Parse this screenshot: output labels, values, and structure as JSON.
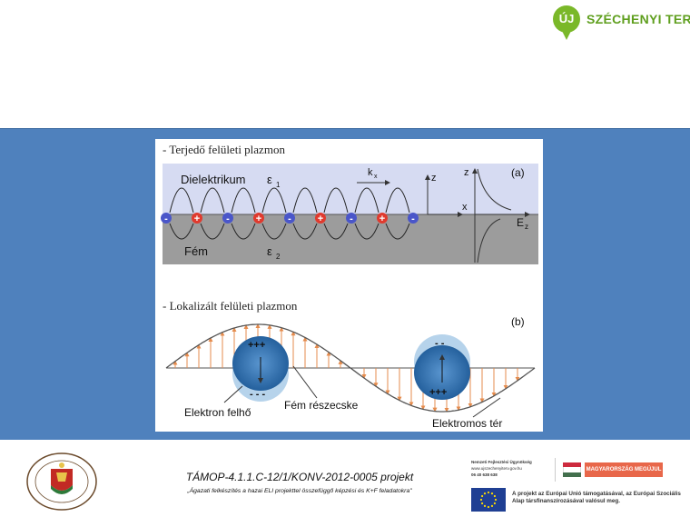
{
  "header": {
    "logo_badge": "ÚJ",
    "logo_text": "SZÉCHENYI TERV"
  },
  "figure": {
    "part_a": {
      "caption": "- Terjedő felületi plazmon",
      "tag": "(a)",
      "dielectric_label": "Dielektrikum",
      "dielectric_symbol": "ε",
      "dielectric_sub": "1",
      "metal_label": "Fém",
      "metal_symbol": "ε",
      "metal_sub": "2",
      "kx_label": "k",
      "kx_sub": "x",
      "axis_z": "z",
      "axis_x": "x",
      "field_z": "z",
      "field_label": "E",
      "field_sub": "z",
      "charges": [
        "-",
        "+",
        "-",
        "+",
        "-",
        "+",
        "-",
        "+",
        "-"
      ]
    },
    "part_b": {
      "caption": "- Lokalizált felületi plazmon",
      "tag": "(b)",
      "sphere1_top": "+++",
      "sphere1_bottom": "- - -",
      "sphere2_top": "- -",
      "sphere2_bottom": "+++",
      "label_cloud": "Elektron felhő",
      "label_particle": "Fém részecske",
      "label_field": "Elektromos tér"
    }
  },
  "footer": {
    "seal_alt": "University of Szeged seal",
    "project_title": "TÁMOP-4.1.1.C-12/1/KONV-2012-0005 projekt",
    "project_subtitle": "„Ágazati felkészítés a hazai ELI projekttel összefüggő képzési és K+F feladatokra\"",
    "nfu_name": "Nemzeti Fejlesztési Ügynökség",
    "nfu_url": "www.ujszechenyiterv.gov.hu",
    "nfu_phone": "06 40 638 638",
    "hu_slogan": "MAGYARORSZÁG MEGÚJUL",
    "eu_text": "A projekt az Európai Unió támogatásával, az Európai Szociális Alap társfinanszírozásával valósul meg."
  },
  "colors": {
    "panel_blue": "#4f81bd",
    "logo_green": "#7ab829",
    "dielectric_bg": "#d6dbf2",
    "metal_bg": "#9c9c9c",
    "negative_charge": "#4a56c9",
    "positive_charge": "#e03a2e",
    "field_arrow": "#e58b4c",
    "sphere_blue": "#2f6fb0",
    "hu_band": "#e8674a",
    "eu_blue": "#1f3f93"
  }
}
